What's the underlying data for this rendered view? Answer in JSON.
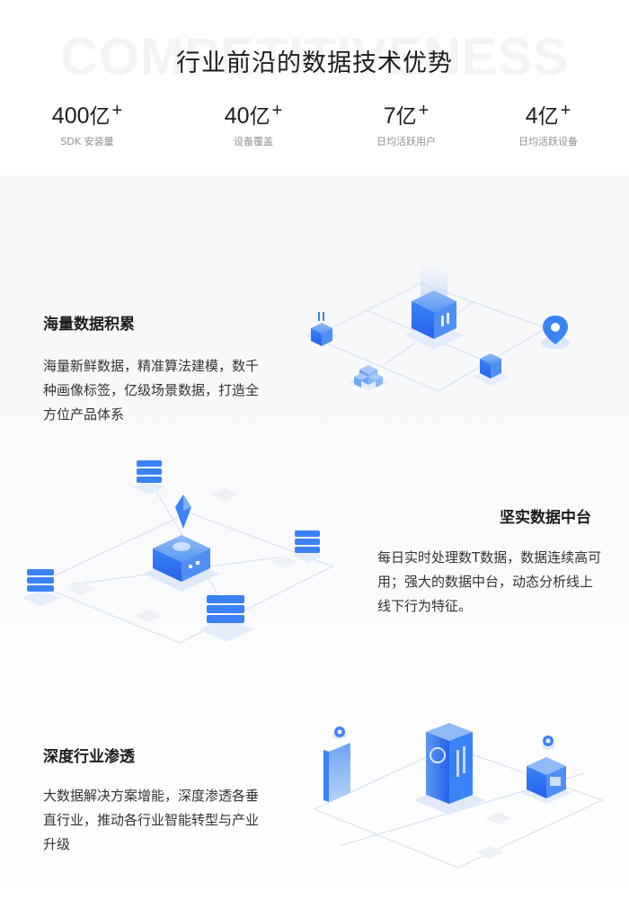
{
  "header": {
    "watermark": "COMPETITIVENESS",
    "title": "行业前沿的数据技术优势"
  },
  "stats": [
    {
      "value": "400",
      "unit": "亿",
      "suffix": "+",
      "label": "SDK 安装量"
    },
    {
      "value": "40",
      "unit": "亿",
      "suffix": "+",
      "label": "设备覆盖"
    },
    {
      "value": "7",
      "unit": "亿",
      "suffix": "+",
      "label": "日均活跃用户"
    },
    {
      "value": "4",
      "unit": "亿",
      "suffix": "+",
      "label": "日均活跃设备"
    }
  ],
  "features": [
    {
      "title": "海量数据积累",
      "description": "海量新鲜数据，精准算法建模，数千种画像标签，亿级场景数据，打造全方位产品体系"
    },
    {
      "title": "坚实数据中台",
      "description": "每日实时处理数T数据，数据连续高可用；强大的数据中台，动态分析线上线下行为特征。"
    },
    {
      "title": "深度行业渗透",
      "description": "大数据解决方案增能，深度渗透各垂直行业，推动各行业智能转型与产业升级"
    }
  ],
  "colors": {
    "accent": "#3b82f6",
    "accent_dark": "#2563eb",
    "accent_light": "#dbe8fb",
    "text": "#1c1c1c",
    "muted": "#8c8f96"
  },
  "icons": [
    "cube-icon",
    "server-stack-icon",
    "location-pin-icon",
    "phone-icon",
    "shop-icon",
    "diamond-icon"
  ]
}
